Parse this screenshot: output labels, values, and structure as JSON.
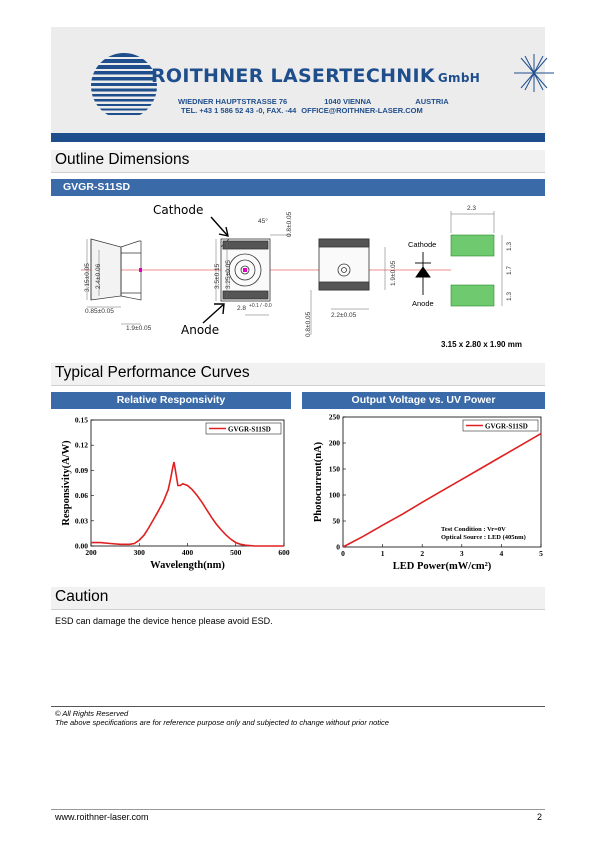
{
  "header": {
    "company": "ROITHNER LASERTECHNIK",
    "company_suffix": "GmbH",
    "address_street": "WIEDNER HAUPTSTRASSE 76",
    "address_city": "1040 VIENNA",
    "address_country": "AUSTRIA",
    "contact": "TEL. +43 1 586 52 43 -0, FAX. -44",
    "email": "OFFICE@ROITHNER-LASER.COM"
  },
  "outline": {
    "title": "Outline Dimensions",
    "part": "GVGR-S11SD",
    "cathode": "Cathode",
    "anode": "Anode",
    "cathode_small": "Cathode",
    "anode_small": "Anode",
    "dims": {
      "d_315": "3.15±0.05",
      "d_24": "2.4±0.06",
      "d_085": "0.85±0.05",
      "d_19w": "1.9±0.05",
      "d_35": "3.5±0.15",
      "d_325": "3.25±0.05",
      "d_45": "45°",
      "d_08a": "0.8±0.05",
      "d_28": "2.8",
      "d_28tol": "+0.1 / -0.0",
      "d_08b": "0.8±0.05",
      "d_22": "2.2±0.05",
      "d_19h": "1.9±0.05",
      "d_23": "2.3",
      "d_13a": "1.3",
      "d_17": "1.7",
      "d_13b": "1.3"
    },
    "size": "3.15 x 2.80 x 1.90 mm"
  },
  "performance": {
    "title": "Typical Performance Curves",
    "left_band": "Relative Responsivity",
    "right_band": "Output Voltage vs. UV Power"
  },
  "chart_data": [
    {
      "type": "line",
      "title": "",
      "xlabel": "Wavelength(nm)",
      "ylabel": "Responsivity(A/W)",
      "xlim": [
        200,
        600
      ],
      "ylim": [
        0,
        0.15
      ],
      "xticks": [
        "200",
        "300",
        "400",
        "500",
        "600"
      ],
      "yticks": [
        "0.00",
        "0.03",
        "0.06",
        "0.09",
        "0.12",
        "0.15"
      ],
      "legend": "top-right",
      "color": "#e02020",
      "series": [
        {
          "name": "GVGR-S11SD",
          "x": [
            200,
            220,
            240,
            260,
            280,
            290,
            300,
            310,
            320,
            330,
            340,
            350,
            355,
            360,
            365,
            370,
            372,
            375,
            380,
            385,
            390,
            400,
            410,
            420,
            430,
            440,
            450,
            460,
            470,
            480,
            490,
            500,
            510,
            520,
            540,
            560,
            580,
            600
          ],
          "y": [
            0.004,
            0.004,
            0.003,
            0.002,
            0.002,
            0.003,
            0.007,
            0.013,
            0.022,
            0.032,
            0.042,
            0.053,
            0.06,
            0.067,
            0.08,
            0.095,
            0.1,
            0.09,
            0.072,
            0.072,
            0.074,
            0.072,
            0.067,
            0.06,
            0.052,
            0.043,
            0.034,
            0.026,
            0.019,
            0.013,
            0.008,
            0.004,
            0.002,
            0.001,
            0.0,
            0.0,
            0.0,
            0.0
          ]
        }
      ]
    },
    {
      "type": "line",
      "title": "",
      "xlabel": "LED Power(mW/cm²)",
      "ylabel": "Photocurrent(nA)",
      "xlim": [
        0,
        5
      ],
      "ylim": [
        0,
        250
      ],
      "xticks": [
        "0",
        "1",
        "2",
        "3",
        "4",
        "5"
      ],
      "yticks": [
        "0",
        "50",
        "100",
        "150",
        "200",
        "250"
      ],
      "legend": "top-right",
      "color": "#e02020",
      "series": [
        {
          "name": "GVGR-S11SD",
          "x": [
            0,
            0.5,
            1,
            1.5,
            2,
            2.5,
            3,
            3.5,
            4,
            4.5,
            5
          ],
          "y": [
            0,
            20,
            42,
            63,
            86,
            108,
            130,
            152,
            174,
            196,
            218
          ]
        }
      ],
      "annotations": [
        "Test Condition : Vr=0V",
        "Optical Source : LED (405nm)"
      ]
    }
  ],
  "caution": {
    "title": "Caution",
    "text": "ESD can damage the device hence please avoid ESD."
  },
  "footer": {
    "rights": "© All Rights Reserved",
    "disclaimer": "The above specifications are for reference purpose only and subjected to change without prior notice",
    "website": "www.roithner-laser.com",
    "page": "2"
  }
}
